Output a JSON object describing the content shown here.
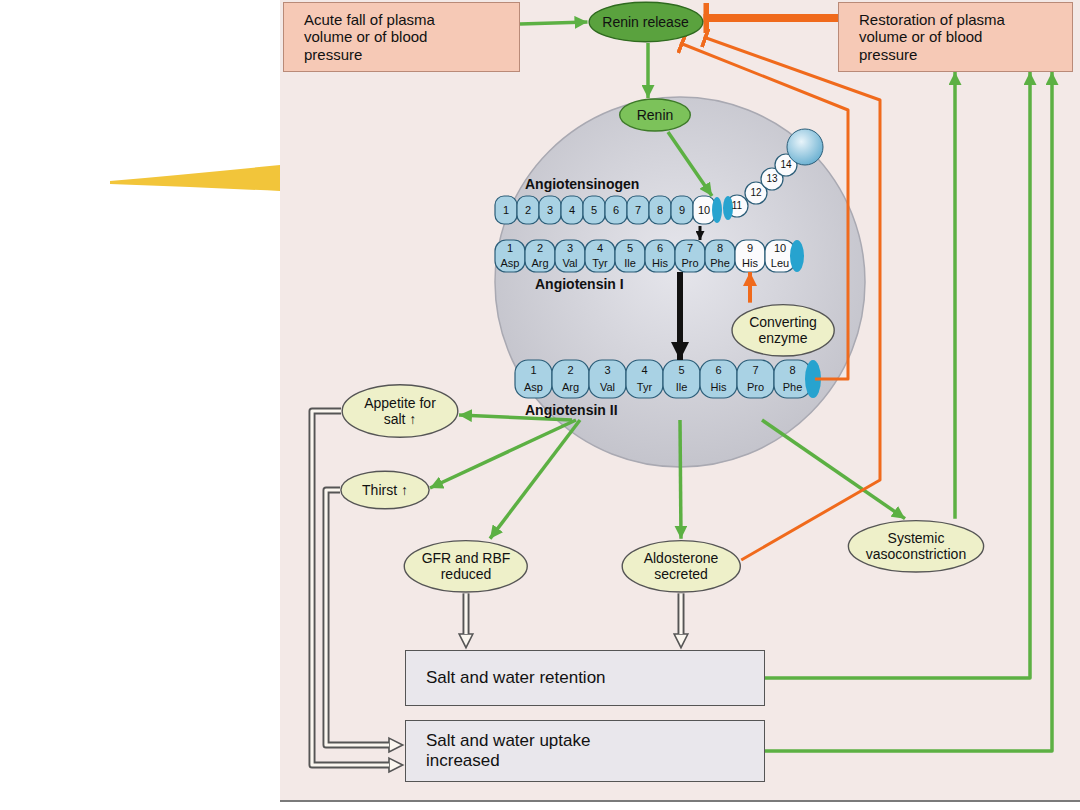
{
  "diagram": {
    "nodes": [
      {
        "text": [
          "Acute fall of plasma volume or of blood pressure"
        ]
      },
      {
        "text": [
          "Renin release"
        ]
      },
      {
        "text": [
          "Restoration of plasma volume or of blood pressure"
        ]
      },
      {
        "text": [
          "Renin"
        ]
      },
      {
        "text": [
          "Angiotensinogen"
        ]
      },
      {
        "text": [
          "Angiotensin I"
        ]
      },
      {
        "text": [
          "Converting enzyme"
        ]
      },
      {
        "text": [
          "Angiotensin II"
        ]
      },
      {
        "text": [
          "Appetite for salt ↑"
        ]
      },
      {
        "text": [
          "Thirst ↑"
        ]
      },
      {
        "text": [
          "GFR and RBF reduced"
        ]
      },
      {
        "text": [
          "Aldosterone secreted"
        ]
      },
      {
        "text": [
          "Systemic vasoconstriction"
        ]
      },
      {
        "text": [
          "Salt and water retention"
        ]
      },
      {
        "text": [
          "Salt and water uptake increased"
        ]
      }
    ],
    "edges": [
      {
        "from": 0,
        "to": 1,
        "arrow": "to"
      },
      {
        "from": 2,
        "to": 1,
        "arrow": "to"
      },
      {
        "from": 1,
        "to": 3,
        "arrow": "to"
      },
      {
        "from": 3,
        "to": 4,
        "arrow": "to"
      },
      {
        "from": 4,
        "to": 5,
        "arrow": "to"
      },
      {
        "from": 6,
        "to": 5,
        "arrow": "to"
      },
      {
        "from": 5,
        "to": 7,
        "arrow": "to"
      },
      {
        "from": 7,
        "to": 1,
        "arrow": "to"
      },
      {
        "from": 7,
        "to": 8,
        "arrow": "to"
      },
      {
        "from": 7,
        "to": 9,
        "arrow": "to"
      },
      {
        "from": 7,
        "to": 10,
        "arrow": "to"
      },
      {
        "from": 7,
        "to": 11,
        "arrow": "to"
      },
      {
        "from": 7,
        "to": 12,
        "arrow": "to"
      },
      {
        "from": 11,
        "to": 1,
        "arrow": "to"
      },
      {
        "from": 12,
        "to": 2,
        "arrow": "to"
      },
      {
        "from": 10,
        "to": 13,
        "arrow": "to"
      },
      {
        "from": 11,
        "to": 13,
        "arrow": "to"
      },
      {
        "from": 8,
        "to": 14,
        "arrow": "to"
      },
      {
        "from": 9,
        "to": 14,
        "arrow": "to"
      },
      {
        "from": 13,
        "to": 2,
        "arrow": "to"
      },
      {
        "from": 14,
        "to": 2,
        "arrow": "to"
      }
    ],
    "labels": [
      "1",
      "2",
      "3",
      "4",
      "5",
      "6",
      "7",
      "8",
      "9",
      "10",
      "11",
      "12",
      "13",
      "14",
      "1",
      "2",
      "3",
      "4",
      "5",
      "6",
      "7",
      "8",
      "9",
      "10",
      "Asp",
      "Arg",
      "Val",
      "Tyr",
      "Ile",
      "His",
      "Pro",
      "Phe",
      "His",
      "Leu",
      "1",
      "2",
      "3",
      "4",
      "5",
      "6",
      "7",
      "8",
      "Asp",
      "Arg",
      "Val",
      "Tyr",
      "Ile",
      "His",
      "Pro",
      "Phe"
    ]
  }
}
